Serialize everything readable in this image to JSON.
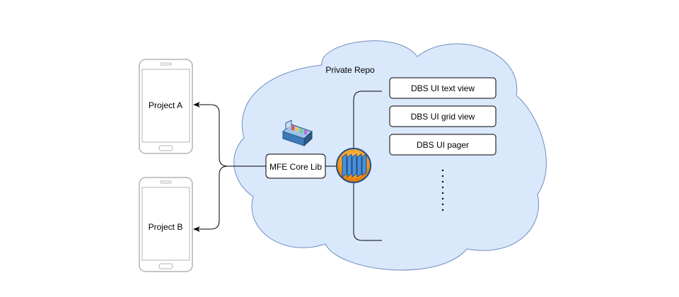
{
  "cloud": {
    "title": "Private Repo"
  },
  "devices": [
    {
      "label": "Project A"
    },
    {
      "label": "Project B"
    }
  ],
  "core_lib": {
    "label": "MFE Core Lib"
  },
  "components": [
    {
      "label": "DBS UI text view"
    },
    {
      "label": "DBS UI grid view"
    },
    {
      "label": "DBS UI pager"
    }
  ],
  "colors": {
    "cloud_fill": "#dae8fc",
    "cloud_stroke": "#6c8ebf",
    "line": "#000000",
    "phone_stroke": "#b3b3b3"
  },
  "icons": {
    "toolbox": "toolbox-icon",
    "repository": "repository-icon"
  }
}
